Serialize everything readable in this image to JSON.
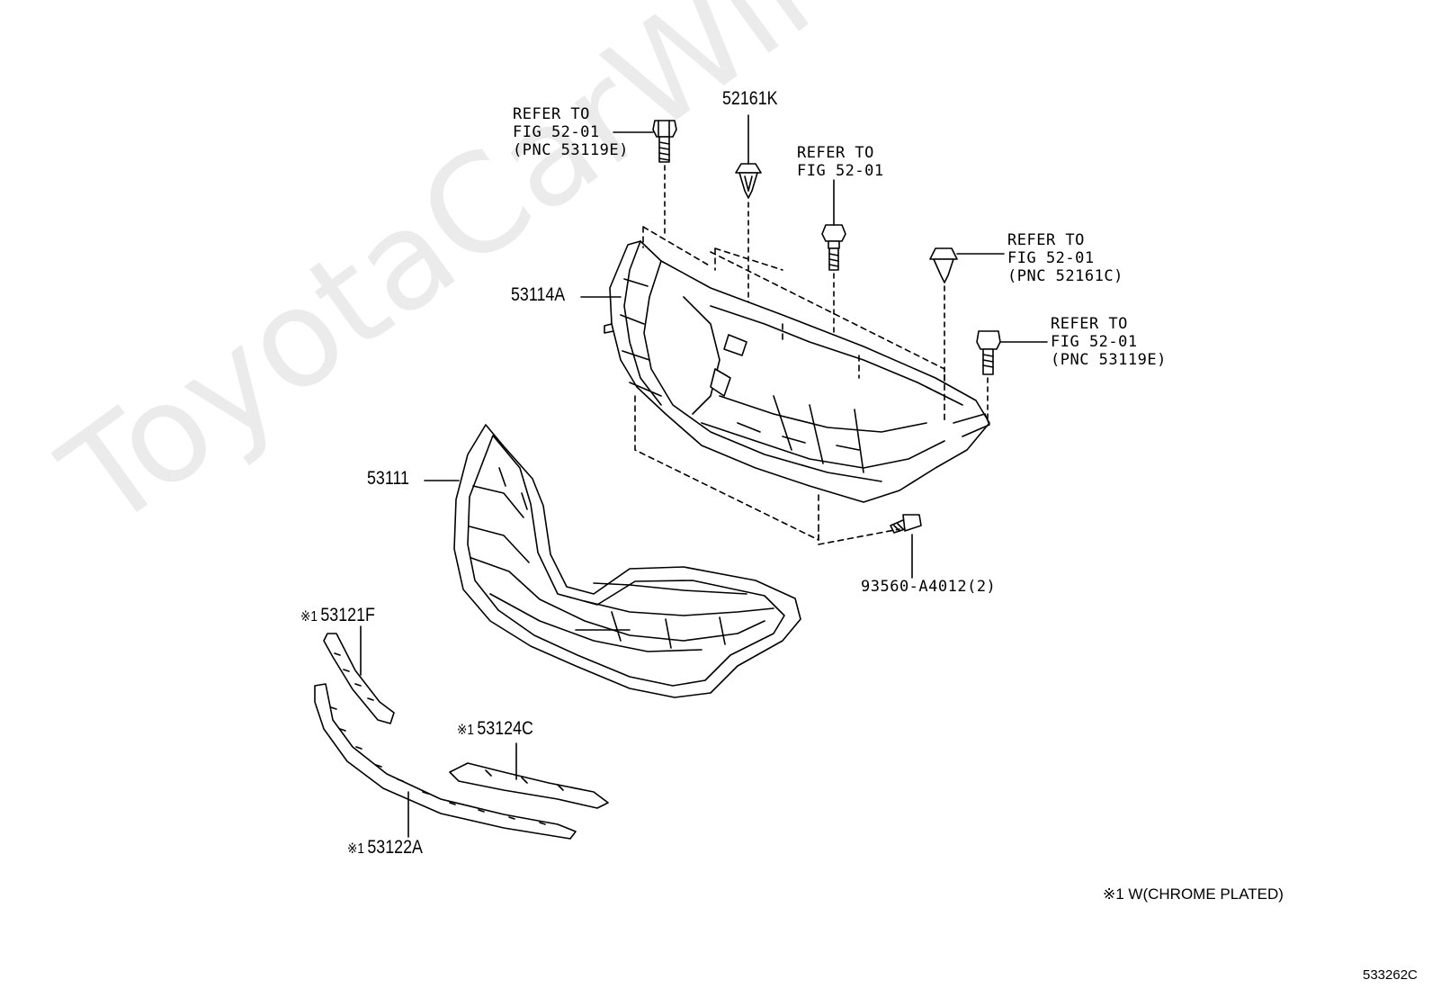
{
  "watermark": "ToyotaCarWire.ru",
  "refs": {
    "top_left": [
      "REFER TO",
      "FIG 52-01",
      "(PNC 53119E)"
    ],
    "center": [
      "REFER TO",
      "FIG 52-01"
    ],
    "right_upper": [
      "REFER TO",
      "FIG 52-01",
      "(PNC 52161C)"
    ],
    "right_lower": [
      "REFER TO",
      "FIG 52-01",
      "(PNC 53119E)"
    ]
  },
  "parts": {
    "clip": "52161K",
    "grille_frame": "53114A",
    "grille": "53111",
    "screw": "93560-A4012(2)",
    "molding_upper": "53121F",
    "molding_center": "53124C",
    "molding_lower": "53122A",
    "mark": "※1"
  },
  "note": "※1 W(CHROME PLATED)",
  "figure_id": "533262C"
}
